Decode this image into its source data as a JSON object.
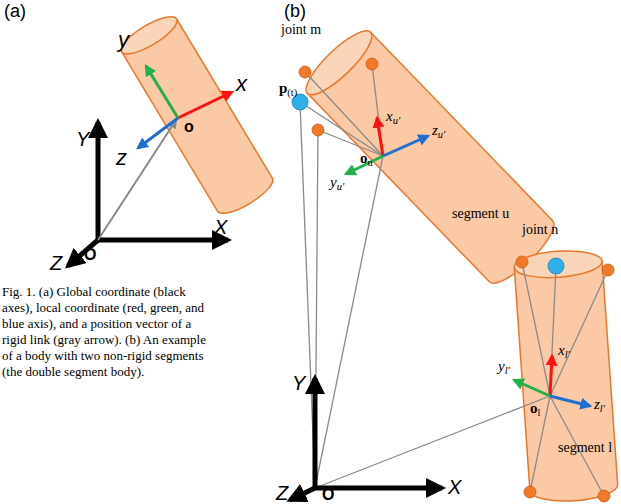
{
  "diagram": {
    "caption": "Fig. 1. (a) Global coordinate (black axes), local coordinate (red, green, and blue axis), and a position vector of a rigid link (gray arrow). (b) An example of a body with two non-rigid segments (the double segment body).",
    "labels": [
      "(a)",
      "y",
      "x",
      "z",
      "o",
      "Y",
      "X",
      "Z",
      "O",
      "(b)",
      "joint m",
      "p(t)",
      "xu'",
      "ou",
      "zu'",
      "yu'",
      "segment u",
      "joint n",
      "xl'",
      "yl'",
      "ol",
      "zl'",
      "segment l",
      "Y",
      "X",
      "Z",
      "O"
    ]
  }
}
